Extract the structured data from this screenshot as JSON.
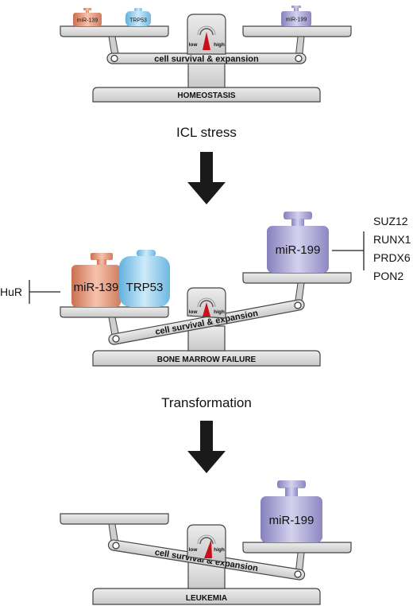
{
  "panels": {
    "homeostasis": {
      "label": "HOMEOSTASIS",
      "beam_label": "cell survival & expansion",
      "gauge_low": "low",
      "gauge_high": "high",
      "weights": [
        "miR-139",
        "TRP53",
        "miR-199"
      ]
    },
    "bone_marrow_failure": {
      "label": "BONE MARROW FAILURE",
      "beam_label": "cell survival & expansion",
      "gauge_low": "low",
      "gauge_high": "high",
      "weights": [
        "miR-139",
        "TRP53",
        "miR-199"
      ],
      "inhibitor_left": "HuR",
      "targets_right": [
        "SUZ12",
        "RUNX1",
        "PRDX6",
        "PON2"
      ]
    },
    "leukemia": {
      "label": "LEUKEMIA",
      "beam_label": "cell survival & expansion",
      "gauge_low": "low",
      "gauge_high": "high",
      "weights": [
        "miR-199"
      ]
    }
  },
  "transitions": [
    "ICL stress",
    "Transformation"
  ],
  "colors": {
    "mir139": "#e9a186",
    "trp53": "#9dd2ef",
    "mir199": "#a8a3d3",
    "gauge_needle": "#c8101a",
    "scale_gray": "#d8d8d8",
    "arrow": "#1a1a1a"
  }
}
